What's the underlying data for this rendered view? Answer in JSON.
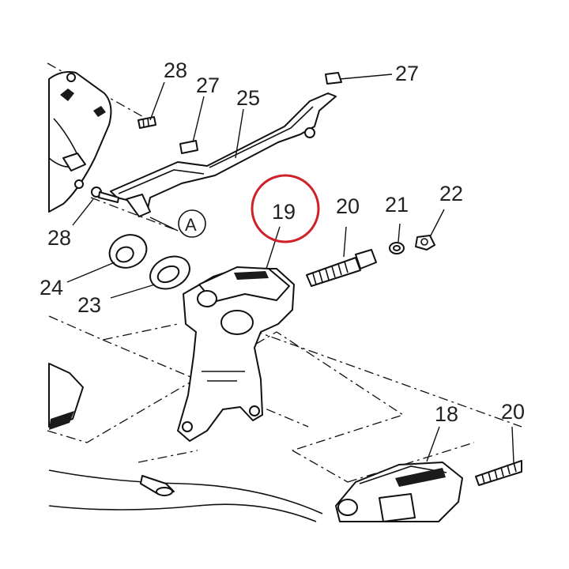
{
  "diagram": {
    "callouts": [
      {
        "id": "c28a",
        "text": "28"
      },
      {
        "id": "c27a",
        "text": "27"
      },
      {
        "id": "c25",
        "text": "25"
      },
      {
        "id": "c27b",
        "text": "27"
      },
      {
        "id": "c28b",
        "text": "28"
      },
      {
        "id": "cA",
        "text": "A"
      },
      {
        "id": "c19",
        "text": "19"
      },
      {
        "id": "c20a",
        "text": "20"
      },
      {
        "id": "c21",
        "text": "21"
      },
      {
        "id": "c22",
        "text": "22"
      },
      {
        "id": "c24",
        "text": "24"
      },
      {
        "id": "c23",
        "text": "23"
      },
      {
        "id": "c18",
        "text": "18"
      },
      {
        "id": "c20b",
        "text": "20"
      }
    ],
    "highlight_color": "#d0202a",
    "highlighted_part": "19"
  }
}
